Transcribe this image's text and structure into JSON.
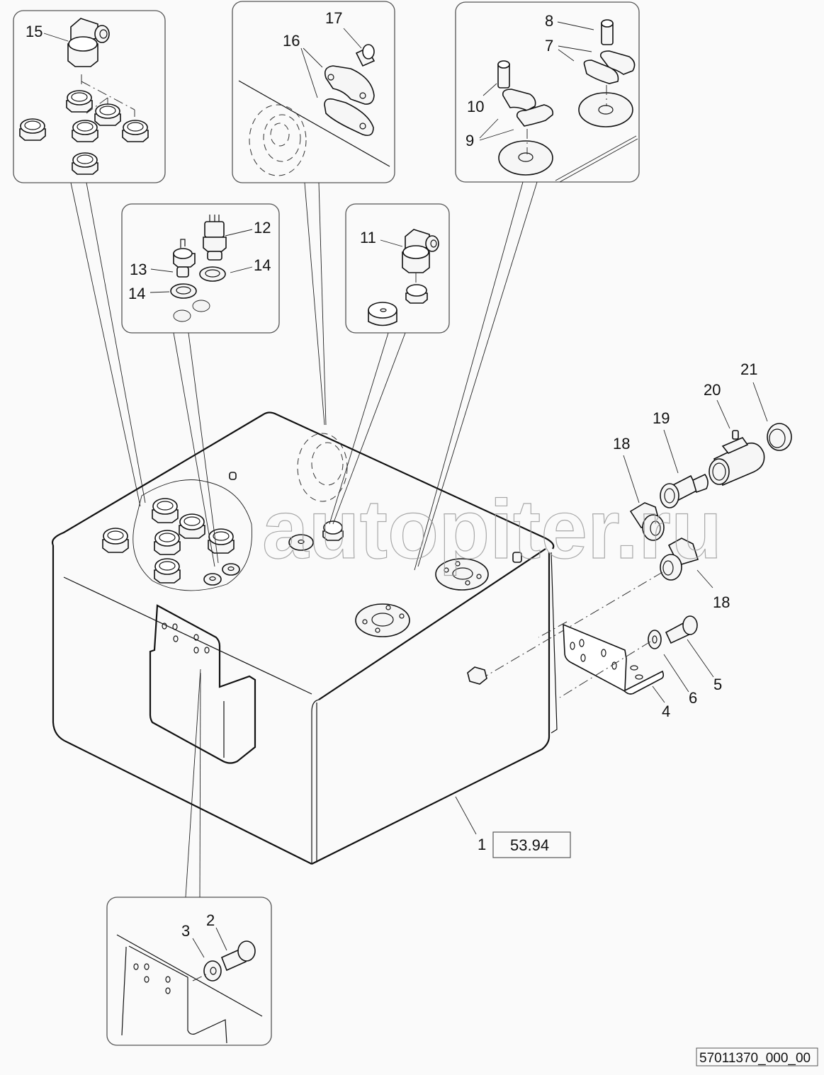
{
  "diagram": {
    "title": "Hydraulic tank assembly - exploded parts view",
    "drawing_code": "57011370_000_00",
    "reference": {
      "item": "1",
      "page_ref": "53.94"
    },
    "watermark": "autopiter.ru",
    "callout_labels": {
      "c15": "15",
      "c16": "16",
      "c17": "17",
      "c8": "8",
      "c7": "7",
      "c10": "10",
      "c9": "9",
      "c12": "12",
      "c13": "13",
      "c14a": "14",
      "c14b": "14",
      "c11": "11",
      "c18a": "18",
      "c18b": "18",
      "c19": "19",
      "c20": "20",
      "c21": "21",
      "c5": "5",
      "c6": "6",
      "c4": "4",
      "c3": "3",
      "c2": "2"
    },
    "parts": [
      {
        "num": "1",
        "name": "hydraulic-tank"
      },
      {
        "num": "2",
        "name": "bolt"
      },
      {
        "num": "3",
        "name": "washer"
      },
      {
        "num": "4",
        "name": "bracket"
      },
      {
        "num": "5",
        "name": "bolt"
      },
      {
        "num": "6",
        "name": "washer"
      },
      {
        "num": "7",
        "name": "split-flange-clamp"
      },
      {
        "num": "8",
        "name": "cap-screw"
      },
      {
        "num": "9",
        "name": "split-flange-clamp"
      },
      {
        "num": "10",
        "name": "cap-screw"
      },
      {
        "num": "11",
        "name": "elbow-fitting"
      },
      {
        "num": "12",
        "name": "pressure-switch"
      },
      {
        "num": "13",
        "name": "temperature-sender"
      },
      {
        "num": "14",
        "name": "sealing-washer"
      },
      {
        "num": "15",
        "name": "elbow-fitting"
      },
      {
        "num": "16",
        "name": "split-flange-clamp"
      },
      {
        "num": "17",
        "name": "cap-screw"
      },
      {
        "num": "18",
        "name": "elbow-fitting"
      },
      {
        "num": "19",
        "name": "adapter"
      },
      {
        "num": "20",
        "name": "ball-valve"
      },
      {
        "num": "21",
        "name": "cap-nut"
      }
    ]
  }
}
